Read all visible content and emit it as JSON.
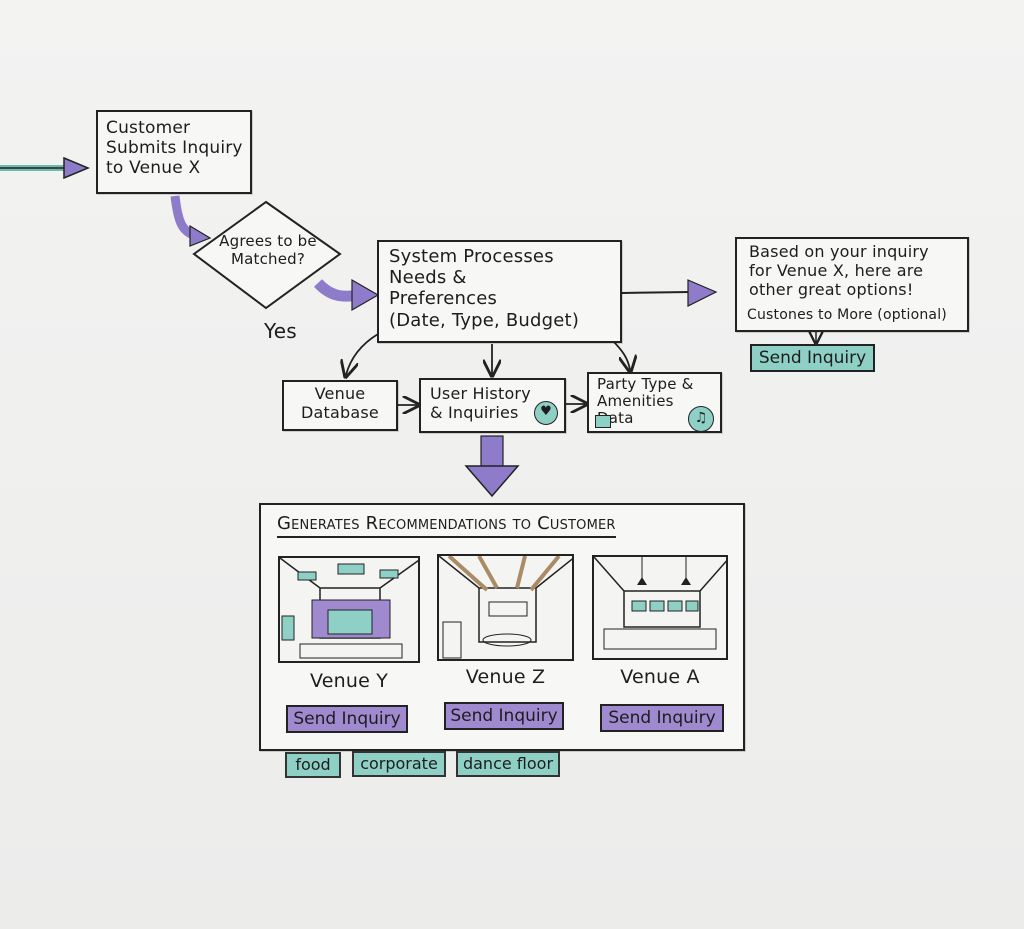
{
  "colors": {
    "purple": "#8e7bc9",
    "teal": "#8fd0c6",
    "ink": "#222222"
  },
  "nodes": {
    "customer": "Customer\nSubmits Inquiry\nto Venue X",
    "decision": "Agrees to be\nMatched?",
    "yes_label": "Yes",
    "system": "System Processes\nNeeds &\nPreferences\n(Date, Type, Budget)",
    "suggestion_text": "Based on your inquiry\nfor Venue X, here are\nother great options!",
    "suggestion_sub": "Custones to More (optional)",
    "suggestion_button": "Send Inquiry",
    "venue_db": "Venue\nDatabase",
    "user_history": "User History\n& Inquiries",
    "party_type": "Party Type &\nAmenities\nData"
  },
  "recommendations": {
    "title": "Generates Recommendations to Customer",
    "venues": [
      {
        "name": "Venue Y",
        "button": "Send Inquiry"
      },
      {
        "name": "Venue Z",
        "button": "Send Inquiry"
      },
      {
        "name": "Venue A",
        "button": "Send Inquiry"
      }
    ]
  },
  "tags": [
    "food",
    "corporate",
    "dance floor"
  ],
  "icons": [
    "envelope-icon",
    "music-note-icon",
    "heart-icon"
  ]
}
